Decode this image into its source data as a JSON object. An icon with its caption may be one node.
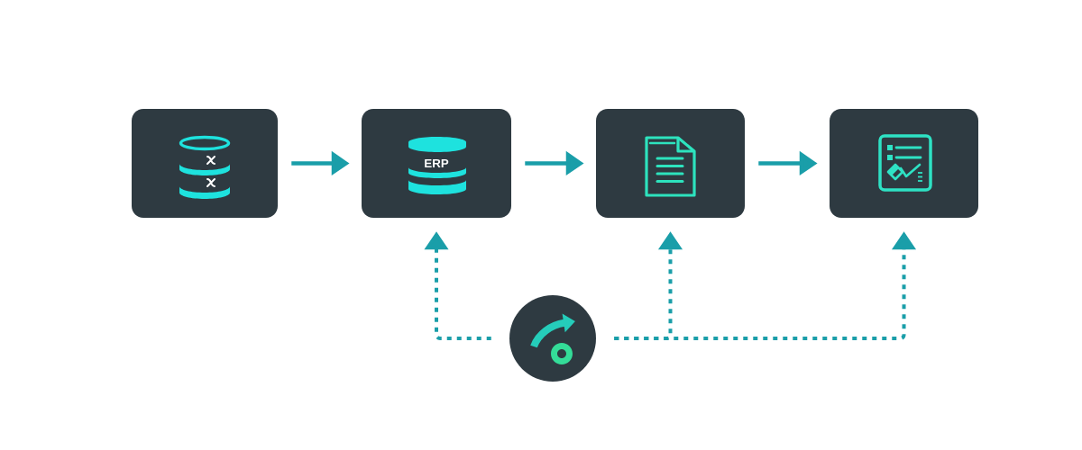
{
  "diagram": {
    "nodes": [
      {
        "text": [],
        "shape": "box"
      },
      {
        "text": [
          "ERP"
        ]
      },
      {
        "text": [],
        "shape": "box"
      },
      {
        "text": [],
        "shape": "box"
      },
      {
        "text": [],
        "shape": "circle"
      }
    ],
    "edges": [
      {
        "from": 0,
        "to": 1,
        "arrow": "to"
      },
      {
        "from": 1,
        "to": 2,
        "arrow": "to"
      },
      {
        "from": 2,
        "to": 3,
        "arrow": "to"
      },
      {
        "from": 4,
        "to": 1,
        "arrow": "to",
        "style": "dashed"
      },
      {
        "from": 4,
        "to": 2,
        "arrow": "to",
        "style": "dashed"
      },
      {
        "from": 4,
        "to": 3,
        "arrow": "to",
        "style": "dashed"
      }
    ]
  }
}
